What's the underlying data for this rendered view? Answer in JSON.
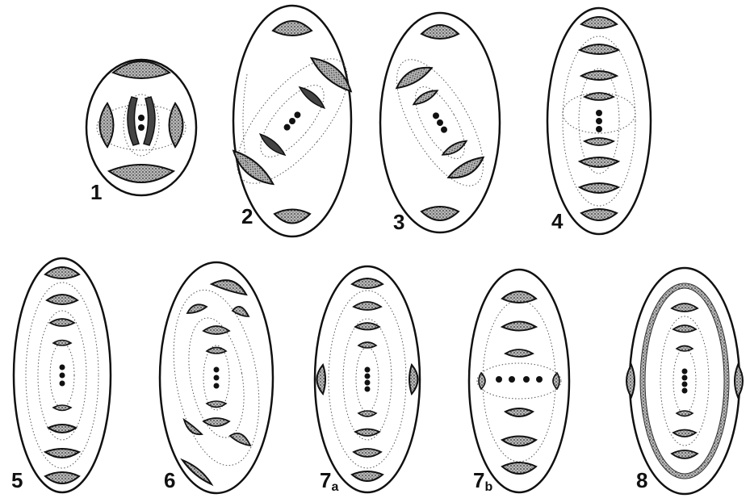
{
  "figure": {
    "panels": [
      {
        "id": "1",
        "label": "1"
      },
      {
        "id": "2",
        "label": "2"
      },
      {
        "id": "3",
        "label": "3"
      },
      {
        "id": "4",
        "label": "4"
      },
      {
        "id": "5",
        "label": "5"
      },
      {
        "id": "6",
        "label": "6"
      },
      {
        "id": "7a",
        "label": "7",
        "sub": "a"
      },
      {
        "id": "7b",
        "label": "7",
        "sub": "b"
      },
      {
        "id": "8",
        "label": "8"
      }
    ],
    "colors": {
      "outline": "#111111",
      "shade": "#8a8a8a",
      "dotted": "#555555"
    }
  }
}
